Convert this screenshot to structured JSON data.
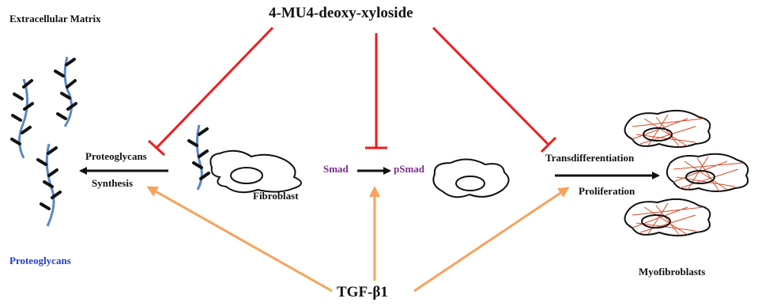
{
  "labels": {
    "extracellular_matrix": "Extracellular  Matrix",
    "inhibitor": "4-MU4-deoxy-xyloside",
    "proteoglycans_synthesis_line1": "Proteoglycans",
    "proteoglycans_synthesis_line2": "Synthesis",
    "fibroblast": "Fibroblast",
    "smad": "Smad",
    "psmad": "pSmad",
    "transdifferentiation": "Transdifferentiation",
    "proliferation": "Proliferation",
    "proteoglycans_legend": "Proteoglycans",
    "myofibroblasts": "Myofibroblasts",
    "tgf": "TGF-β1"
  },
  "colors": {
    "inhibition": "#ee1c1c",
    "activation": "#f7a35c",
    "smad_text": "#7a2d8c",
    "proteoglycan_blue": "#1f3fc8",
    "proteoglycan_core": "#5b88c4",
    "cell_mesh": "#d44a2a"
  },
  "icons": [
    "proteoglycan-icon",
    "fibroblast-cell-icon",
    "myofibroblast-cell-icon"
  ]
}
